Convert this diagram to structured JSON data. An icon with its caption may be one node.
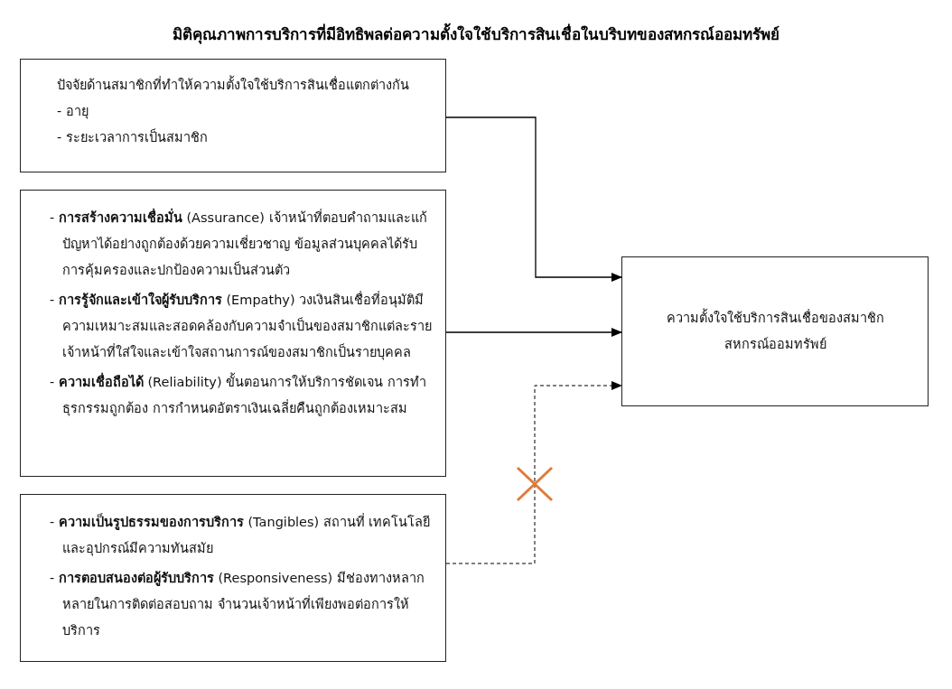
{
  "diagram": {
    "title": "มิติคุณภาพการบริการที่มีอิทธิพลต่อความตั้งใจใช้บริการสินเชื่อในบริบทของสหกรณ์ออมทรัพย์",
    "nodes": [
      {
        "text": [
          "ปัจจัยด้านสมาชิกที่ทำให้ความตั้งใจใช้บริการสินเชื่อแตกต่างกัน",
          "- อายุ",
          "- ระยะเวลาการเป็นสมาชิก"
        ]
      },
      {
        "text": [
          "- **การสร้างความเชื่อมั่น** (Assurance) เจ้าหน้าที่ตอบคำถามและแก้ปัญหาได้อย่างถูกต้องด้วยความเชี่ยวชาญ ข้อมูลส่วนบุคคลได้รับการคุ้มครองและปกป้องความเป็นส่วนตัว",
          "- **การรู้จักและเข้าใจผู้รับบริการ** (Empathy) วงเงินสินเชื่อที่อนุมัติมีความเหมาะสมและสอดคล้องกับความจำเป็นของสมาชิกแต่ละราย เจ้าหน้าที่ใส่ใจและเข้าใจสถานการณ์ของสมาชิกเป็นรายบุคคล",
          "- **ความเชื่อถือได้** (Reliability) ขั้นตอนการให้บริการชัดเจน การทำธุรกรรมถูกต้อง การกำหนดอัตราเงินเฉลี่ยคืนถูกต้องเหมาะสม"
        ]
      },
      {
        "text": [
          "- **ความเป็นรูปธรรมของการบริการ** (Tangibles) สถานที่ เทคโนโลยีและอุปกรณ์มีความทันสมัย",
          "- **การตอบสนองต่อผู้รับบริการ** (Responsiveness) มีช่องทางหลากหลายในการติดต่อสอบถาม จำนวนเจ้าหน้าที่เพียงพอต่อการให้บริการ"
        ]
      },
      {
        "text": [
          "ความตั้งใจใช้บริการสินเชื่อของสมาชิกสหกรณ์ออมทรัพย์"
        ]
      }
    ],
    "edges": [
      {
        "from": 0,
        "to": 3,
        "arrow": "to"
      },
      {
        "from": 1,
        "to": 3,
        "arrow": "to"
      },
      {
        "from": 2,
        "to": 3,
        "arrow": "to",
        "style": "dashed"
      }
    ]
  }
}
